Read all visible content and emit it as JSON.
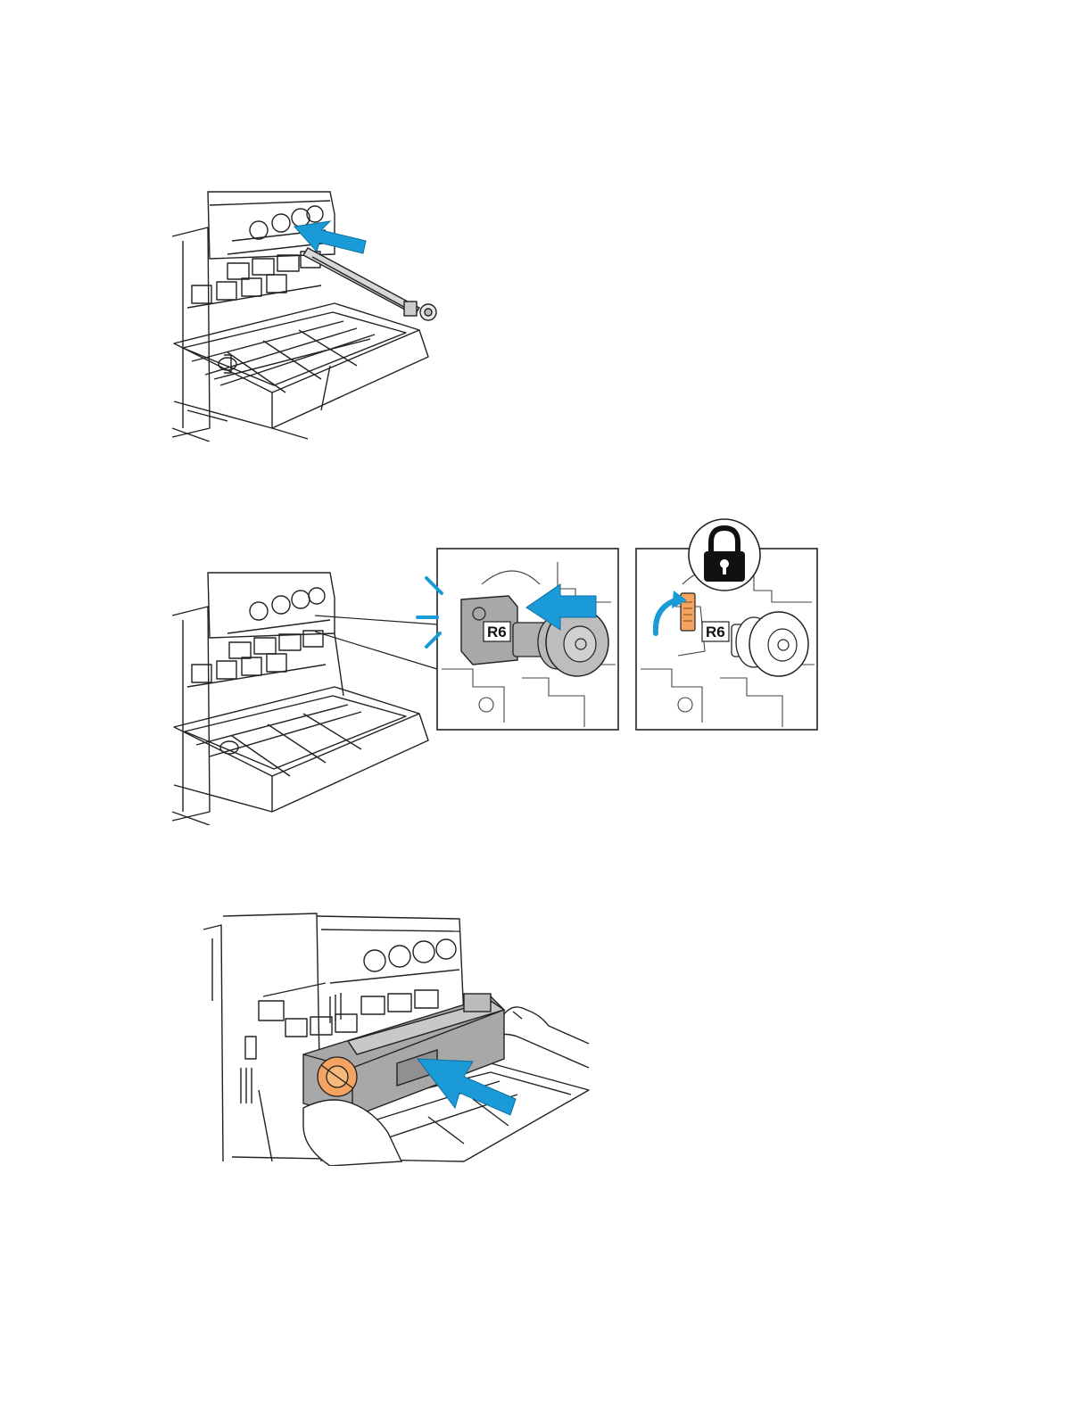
{
  "figures": [
    {
      "id": "insert-drum-cartridge",
      "arrow_color": "#1a9bd7"
    },
    {
      "id": "lock-drum-cartridge",
      "callouts": [
        {
          "label": "R6",
          "icon": "push-arrow-icon"
        },
        {
          "label": "R6",
          "icon": "lock-icon"
        }
      ],
      "arrow_color": "#1a9bd7",
      "lever_color": "#f4a460"
    },
    {
      "id": "insert-waste-cartridge",
      "arrow_color": "#1a9bd7",
      "handle_color": "#f4a460"
    }
  ]
}
